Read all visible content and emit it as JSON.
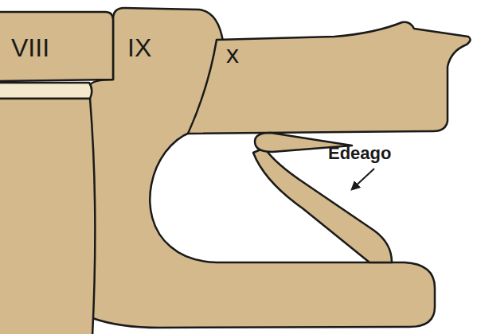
{
  "diagram": {
    "labels": [
      "VIII",
      "IX",
      "x",
      "Edeago"
    ]
  }
}
